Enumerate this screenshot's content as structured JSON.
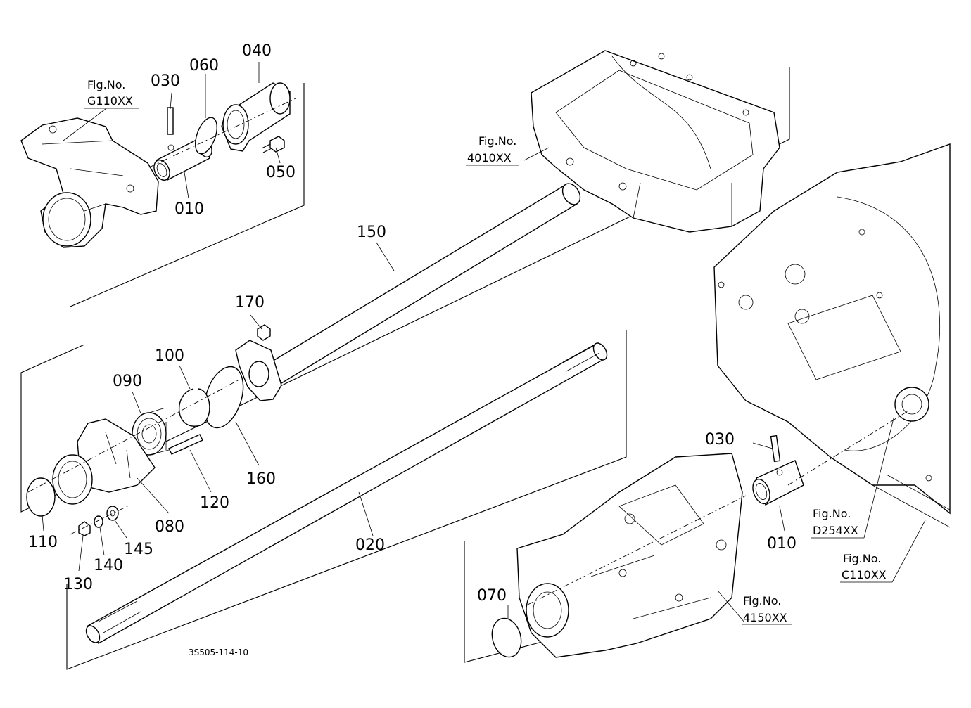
{
  "colors": {
    "ink": "#000000",
    "paper": "#ffffff"
  },
  "part_labels": {
    "p010_top": "010",
    "p010_bottom": "010",
    "p020": "020",
    "p030_top": "030",
    "p030_bottom": "030",
    "p040": "040",
    "p050": "050",
    "p060": "060",
    "p070": "070",
    "p080": "080",
    "p090": "090",
    "p100": "100",
    "p110": "110",
    "p120": "120",
    "p130": "130",
    "p140": "140",
    "p145": "145",
    "p150": "150",
    "p160": "160",
    "p170": "170"
  },
  "figure_refs": {
    "g110": {
      "title": "Fig.No.",
      "number": "G110XX"
    },
    "f4010": {
      "title": "Fig.No.",
      "number": "4010XX"
    },
    "d254": {
      "title": "Fig.No.",
      "number": "D254XX"
    },
    "c110": {
      "title": "Fig.No.",
      "number": "C110XX"
    },
    "f4150": {
      "title": "Fig.No.",
      "number": "4150XX"
    }
  },
  "drawing_code": "3S505-114-10"
}
